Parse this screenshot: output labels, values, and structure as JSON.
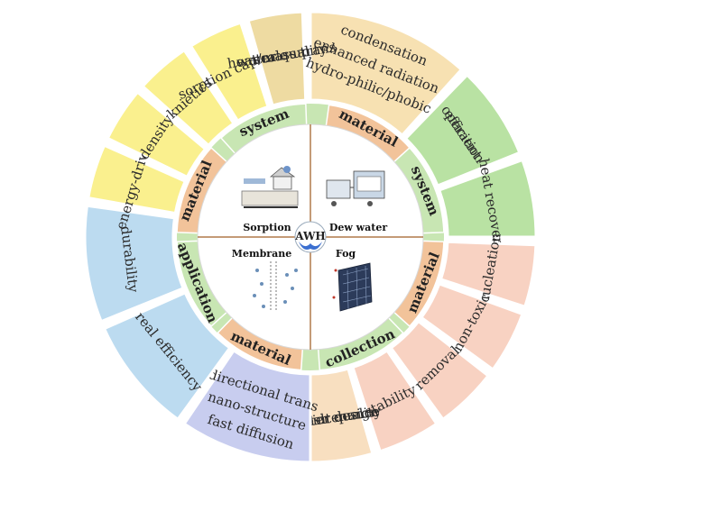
{
  "center": {
    "label": "AWH"
  },
  "quadrants": [
    {
      "label": "Sorption"
    },
    {
      "label": "Dew water"
    },
    {
      "label": "Membrane"
    },
    {
      "label": "Fog"
    }
  ],
  "ring_labels": [
    {
      "label": "system"
    },
    {
      "label": "material"
    },
    {
      "label": "system"
    },
    {
      "label": "material"
    },
    {
      "label": "collection"
    },
    {
      "label": "material"
    },
    {
      "label": "application"
    },
    {
      "label": "material"
    }
  ],
  "outer_segments": [
    {
      "color": "#f7e1b2",
      "lines": [
        "hydro-philic/phobic",
        "enhanced radiation",
        "condensation"
      ]
    },
    {
      "color": "#b9e2a3",
      "lines": [
        "efficient",
        "operation"
      ]
    },
    {
      "color": "#b9e2a3",
      "lines": [
        "heat recovery"
      ]
    },
    {
      "color": "#f8d2c2",
      "lines": [
        "nucleation"
      ]
    },
    {
      "color": "#f8d2c2",
      "lines": [
        "non-toxic"
      ]
    },
    {
      "color": "#f8d2c2",
      "lines": [
        "removal"
      ]
    },
    {
      "color": "#f8d2c2",
      "lines": [
        "stability"
      ]
    },
    {
      "color": "#f8dfc0",
      "lines": [
        "mesh design",
        "water quality",
        "maintenance"
      ]
    },
    {
      "color": "#c8cdef",
      "lines": [
        "fast diffusion",
        "nano-structure",
        "directional trans"
      ]
    },
    {
      "color": "#bcdbf0",
      "lines": [
        "real efficiency"
      ]
    },
    {
      "color": "#bcdbf0",
      "lines": [
        "durability"
      ]
    },
    {
      "color": "#faf08e",
      "lines": [
        "energy-driven"
      ]
    },
    {
      "color": "#faf08e",
      "lines": [
        "density"
      ]
    },
    {
      "color": "#faf08e",
      "lines": [
        "knietics"
      ]
    },
    {
      "color": "#faf08e",
      "lines": [
        "sorption capacity"
      ]
    },
    {
      "color": "#eedba2",
      "lines": [
        "heat/mass trans",
        "water quality",
        "scale-up"
      ]
    }
  ],
  "colors": {
    "ring_green": "#c8e6b3",
    "arrow_orange": "#f2c39a",
    "divider": "#b07a4a",
    "outer_green_top": "#d5efb4"
  },
  "icons": {
    "center": "water-drop-hand-icon",
    "sorption": "sorption-device-illustration",
    "dew_water": "dew-condenser-illustration",
    "membrane": "membrane-molecules-illustration",
    "fog": "fog-mesh-illustration"
  }
}
